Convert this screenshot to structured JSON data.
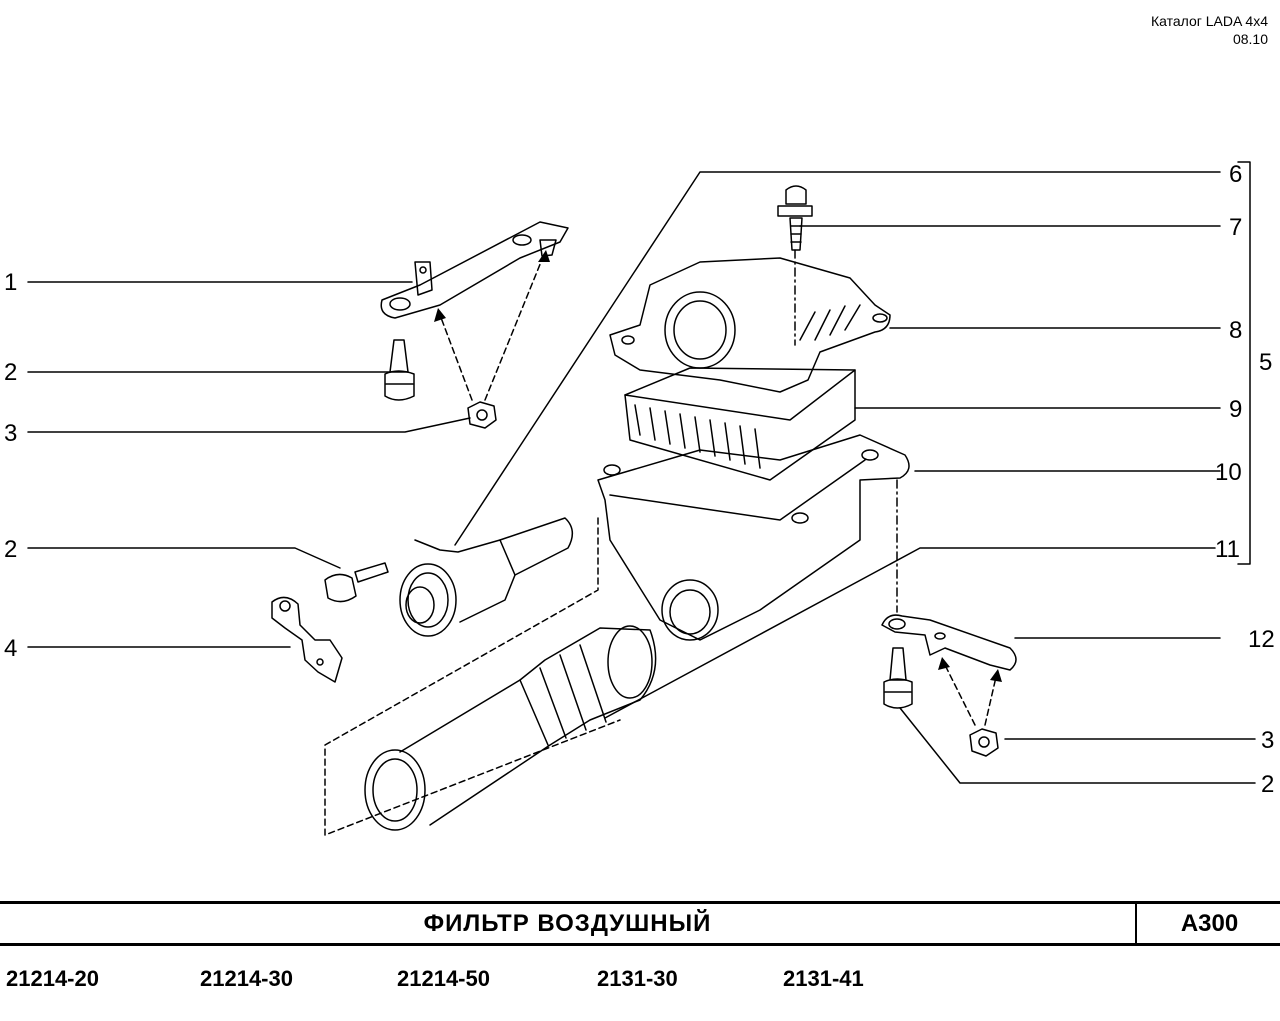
{
  "header": {
    "catalog": "Каталог  LADA  4x4",
    "date": "08.10"
  },
  "callouts": {
    "c1": "1",
    "c2a": "2",
    "c3a": "3",
    "c2b": "2",
    "c4": "4",
    "c6": "6",
    "c7": "7",
    "c8": "8",
    "c5": "5",
    "c9": "9",
    "c10": "10",
    "c11": "11",
    "c12": "12",
    "c3b": "3",
    "c2c": "2"
  },
  "footer": {
    "title": "ФИЛЬТР   ВОЗДУШНЫЙ",
    "code": "A300",
    "models": [
      "21214-20",
      "21214-30",
      "21214-50",
      "2131-30",
      "2131-41"
    ]
  }
}
